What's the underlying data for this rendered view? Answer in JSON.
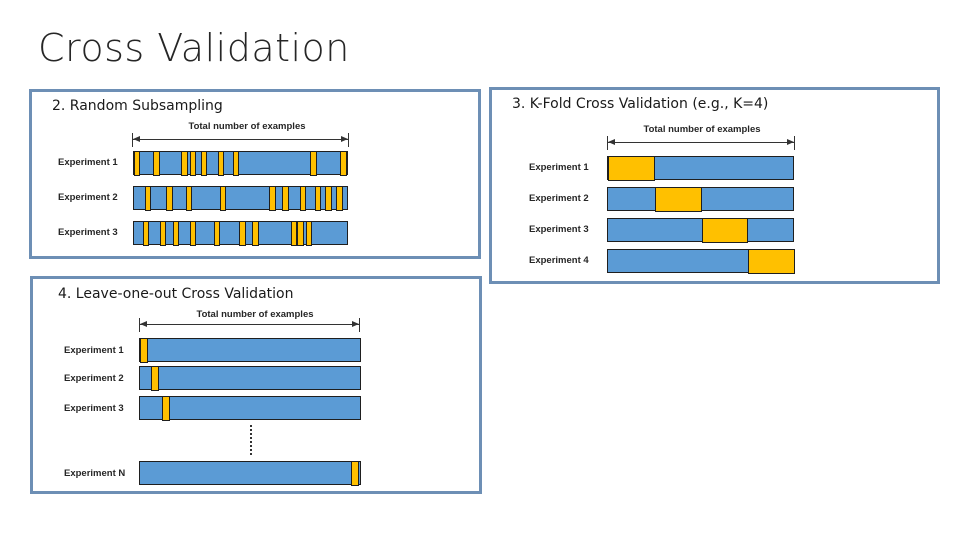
{
  "slide": {
    "title": "Cross Validation"
  },
  "colors": {
    "train": "#5b9bd5",
    "test": "#ffc000",
    "frame": "#6d8fb5"
  },
  "panels": {
    "random": {
      "title": "2. Random Subsampling",
      "total_label": "Total number of examples",
      "experiments": [
        {
          "label": "Experiment 1",
          "test_fraction_ranges": [
            [
              0.0,
              0.03
            ],
            [
              0.09,
              0.12
            ],
            [
              0.22,
              0.25
            ],
            [
              0.26,
              0.28
            ],
            [
              0.31,
              0.34
            ],
            [
              0.39,
              0.42
            ],
            [
              0.46,
              0.49
            ],
            [
              0.82,
              0.85
            ],
            [
              0.96,
              0.99
            ]
          ]
        },
        {
          "label": "Experiment 2",
          "test_fraction_ranges": [
            [
              0.05,
              0.08
            ],
            [
              0.15,
              0.18
            ],
            [
              0.24,
              0.27
            ],
            [
              0.4,
              0.43
            ],
            [
              0.63,
              0.66
            ],
            [
              0.69,
              0.72
            ],
            [
              0.77,
              0.8
            ],
            [
              0.84,
              0.87
            ],
            [
              0.89,
              0.92
            ],
            [
              0.94,
              0.97
            ]
          ]
        },
        {
          "label": "Experiment 3",
          "test_fraction_ranges": [
            [
              0.04,
              0.07
            ],
            [
              0.12,
              0.15
            ],
            [
              0.18,
              0.21
            ],
            [
              0.26,
              0.29
            ],
            [
              0.37,
              0.4
            ],
            [
              0.49,
              0.52
            ],
            [
              0.55,
              0.58
            ],
            [
              0.73,
              0.76
            ],
            [
              0.76,
              0.79
            ],
            [
              0.8,
              0.83
            ]
          ]
        }
      ]
    },
    "kfold": {
      "title": "3. K-Fold Cross Validation (e.g., K=4)",
      "total_label": "Total number of examples",
      "experiments": [
        {
          "label": "Experiment 1",
          "test_fold": 1
        },
        {
          "label": "Experiment 2",
          "test_fold": 2
        },
        {
          "label": "Experiment 3",
          "test_fold": 3
        },
        {
          "label": "Experiment 4",
          "test_fold": 4
        }
      ]
    },
    "loo": {
      "title": "4. Leave-one-out Cross Validation",
      "total_label": "Total number of examples",
      "experiments": [
        {
          "label": "Experiment 1",
          "test_index": 1
        },
        {
          "label": "Experiment 2",
          "test_index": 2
        },
        {
          "label": "Experiment 3",
          "test_index": 3
        },
        {
          "label": "Experiment N",
          "test_index": "N"
        }
      ]
    }
  }
}
